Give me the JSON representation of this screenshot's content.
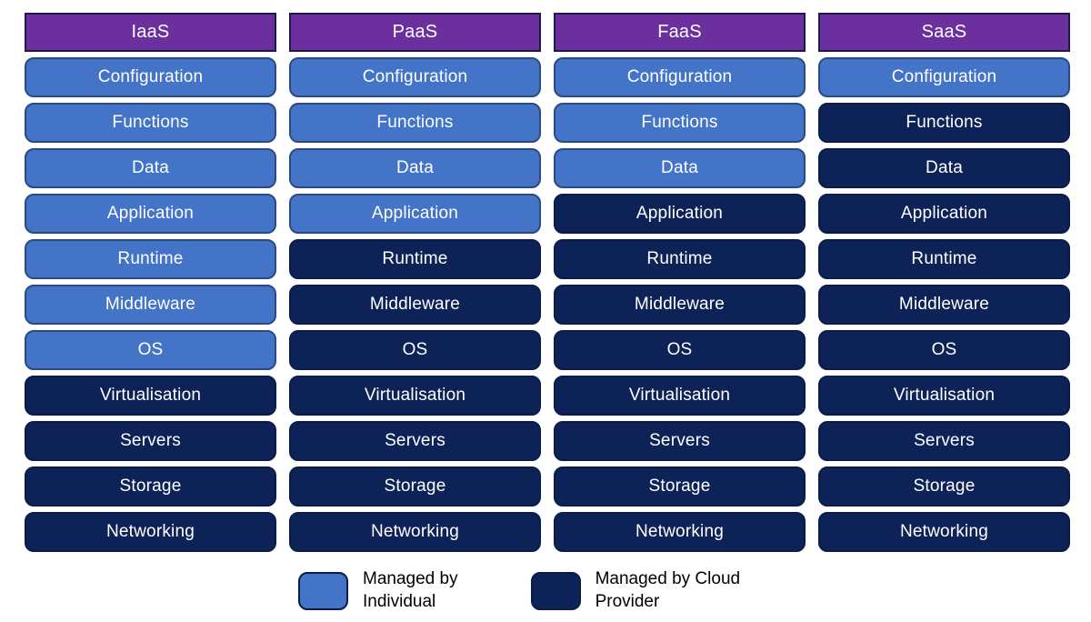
{
  "colors": {
    "header_purple": "#6B309E",
    "header_border": "#1B1B4E",
    "light_blue": "#4374C8",
    "light_border": "#2A4A85",
    "dark_navy": "#0D2357",
    "dark_border": "#0A1C49",
    "box_text": "#FFFFFF",
    "legend_text": "#000000"
  },
  "columns": [
    {
      "id": "iaas",
      "header": "IaaS",
      "rows": [
        {
          "label": "Configuration",
          "managed": "individual"
        },
        {
          "label": "Functions",
          "managed": "individual"
        },
        {
          "label": "Data",
          "managed": "individual"
        },
        {
          "label": "Application",
          "managed": "individual"
        },
        {
          "label": "Runtime",
          "managed": "individual"
        },
        {
          "label": "Middleware",
          "managed": "individual"
        },
        {
          "label": "OS",
          "managed": "individual"
        },
        {
          "label": "Virtualisation",
          "managed": "provider"
        },
        {
          "label": "Servers",
          "managed": "provider"
        },
        {
          "label": "Storage",
          "managed": "provider"
        },
        {
          "label": "Networking",
          "managed": "provider"
        }
      ]
    },
    {
      "id": "paas",
      "header": "PaaS",
      "rows": [
        {
          "label": "Configuration",
          "managed": "individual"
        },
        {
          "label": "Functions",
          "managed": "individual"
        },
        {
          "label": "Data",
          "managed": "individual"
        },
        {
          "label": "Application",
          "managed": "individual"
        },
        {
          "label": "Runtime",
          "managed": "provider"
        },
        {
          "label": "Middleware",
          "managed": "provider"
        },
        {
          "label": "OS",
          "managed": "provider"
        },
        {
          "label": "Virtualisation",
          "managed": "provider"
        },
        {
          "label": "Servers",
          "managed": "provider"
        },
        {
          "label": "Storage",
          "managed": "provider"
        },
        {
          "label": "Networking",
          "managed": "provider"
        }
      ]
    },
    {
      "id": "faas",
      "header": "FaaS",
      "rows": [
        {
          "label": "Configuration",
          "managed": "individual"
        },
        {
          "label": "Functions",
          "managed": "individual"
        },
        {
          "label": "Data",
          "managed": "individual"
        },
        {
          "label": "Application",
          "managed": "provider"
        },
        {
          "label": "Runtime",
          "managed": "provider"
        },
        {
          "label": "Middleware",
          "managed": "provider"
        },
        {
          "label": "OS",
          "managed": "provider"
        },
        {
          "label": "Virtualisation",
          "managed": "provider"
        },
        {
          "label": "Servers",
          "managed": "provider"
        },
        {
          "label": "Storage",
          "managed": "provider"
        },
        {
          "label": "Networking",
          "managed": "provider"
        }
      ]
    },
    {
      "id": "saas",
      "header": "SaaS",
      "rows": [
        {
          "label": "Configuration",
          "managed": "individual"
        },
        {
          "label": "Functions",
          "managed": "provider"
        },
        {
          "label": "Data",
          "managed": "provider"
        },
        {
          "label": "Application",
          "managed": "provider"
        },
        {
          "label": "Runtime",
          "managed": "provider"
        },
        {
          "label": "Middleware",
          "managed": "provider"
        },
        {
          "label": "OS",
          "managed": "provider"
        },
        {
          "label": "Virtualisation",
          "managed": "provider"
        },
        {
          "label": "Servers",
          "managed": "provider"
        },
        {
          "label": "Storage",
          "managed": "provider"
        },
        {
          "label": "Networking",
          "managed": "provider"
        }
      ]
    }
  ],
  "legend": [
    {
      "managed": "individual",
      "lines": [
        "Managed by",
        "Individual"
      ]
    },
    {
      "managed": "provider",
      "lines": [
        "Managed by Cloud",
        "Provider"
      ]
    }
  ]
}
